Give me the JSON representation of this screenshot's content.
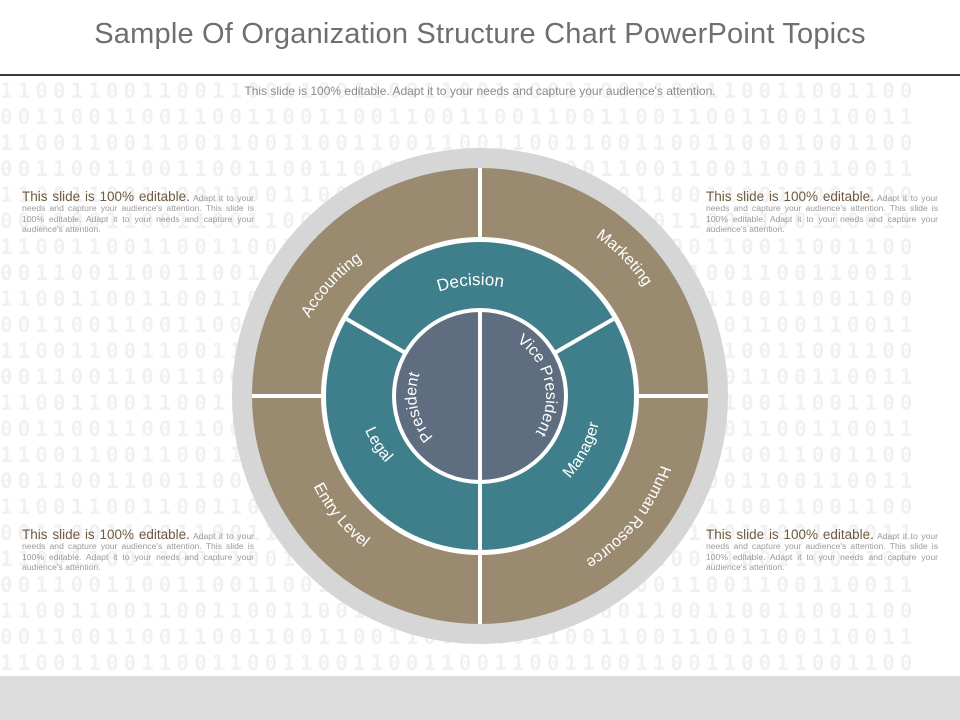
{
  "header": {
    "title": "Sample Of Organization Structure Chart PowerPoint Topics",
    "subtitle": "This slide is 100% editable. Adapt it to your needs and capture your audience's attention."
  },
  "background_pattern": "1100110011001100110011001100110011001100110011001100",
  "text_blocks": [
    {
      "heading": "This slide is 100% editable.",
      "body": "Adapt it to your needs and capture your audience's attention. This slide is 100% editable. Adapt it to your needs and capture your audience's attention."
    },
    {
      "heading": "This slide is 100% editable.",
      "body": "Adapt it to your needs and capture your audience's attention. This slide is 100% editable. Adapt it to your needs and capture your audience's attention."
    },
    {
      "heading": "This slide is 100% editable.",
      "body": "Adapt it to your needs and capture your audience's attention. This slide is 100% editable. Adapt it to your needs and capture your audience's attention."
    },
    {
      "heading": "This slide is 100% editable.",
      "body": "Adapt it to your needs and capture your audience's attention. This slide is 100% editable. Adapt it to your needs and capture your audience's attention."
    }
  ],
  "diagram": {
    "colors": {
      "outer_frame": "#d6d6d6",
      "outer_ring": "#9a8a70",
      "middle_ring": "#3f7f8c",
      "core": "#5e6e80",
      "separator": "#ffffff"
    },
    "outer_ring": [
      "Accounting",
      "Marketing",
      "Human Resource",
      "Entry Level"
    ],
    "middle_ring": [
      "Decision",
      "Manager",
      "Legal"
    ],
    "core": [
      "President",
      "Vice President"
    ]
  }
}
